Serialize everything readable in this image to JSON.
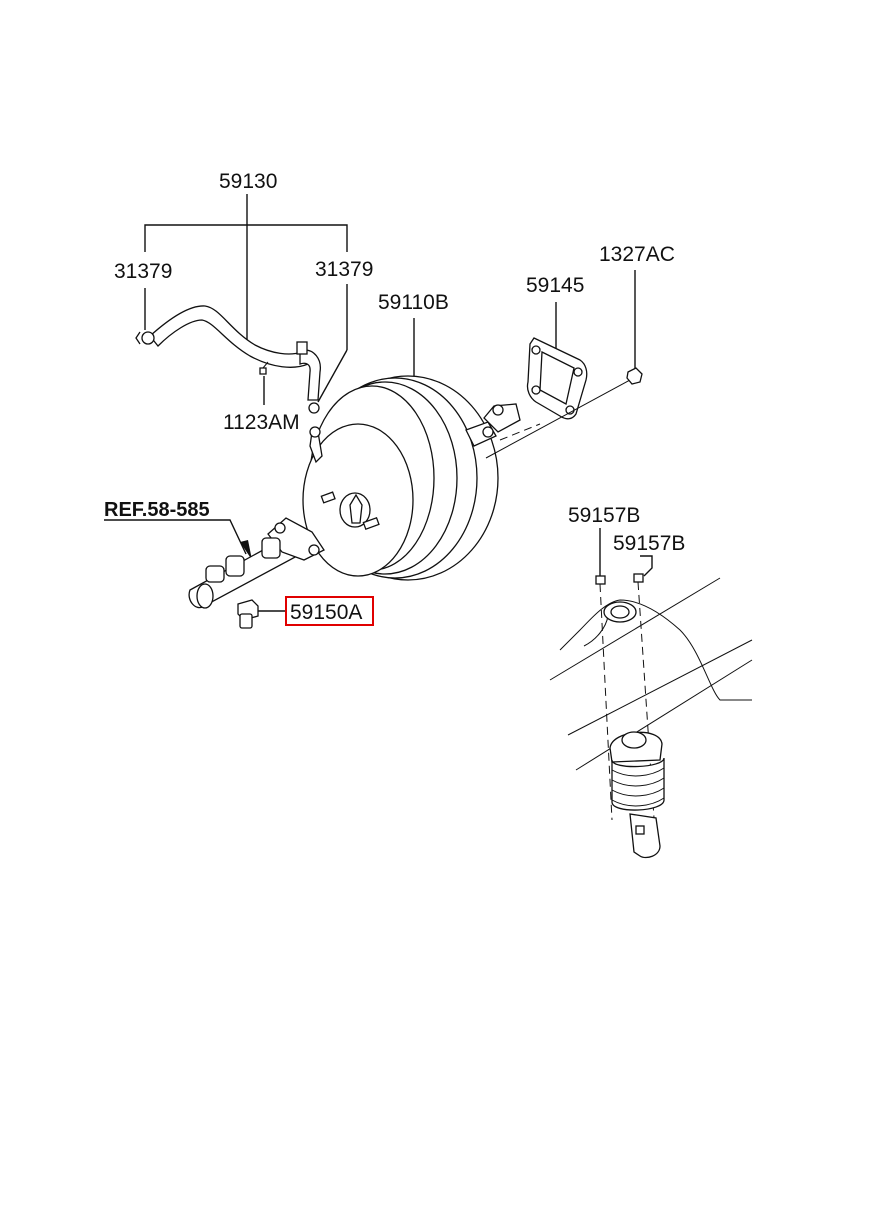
{
  "labels": {
    "hose": "59130",
    "clamp_left": "31379",
    "clamp_right": "31379",
    "bolt": "1123AM",
    "booster": "59110B",
    "gasket": "59145",
    "nut": "1327AC",
    "ref": "REF.58-585",
    "switch": "59150A",
    "bolt_a": "59157B",
    "bolt_b": "59157B"
  },
  "highlight": {
    "part": "59150A",
    "color": "#e00000"
  }
}
